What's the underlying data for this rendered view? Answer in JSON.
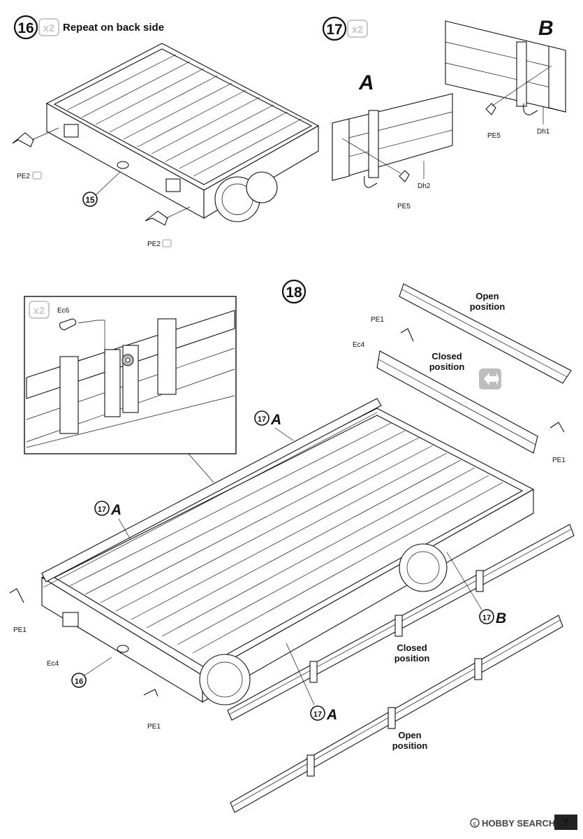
{
  "steps": {
    "s16": {
      "number": "16",
      "qty": "x2",
      "instruction": "Repeat on back side"
    },
    "s17": {
      "number": "17",
      "qty": "x2"
    },
    "s18": {
      "number": "18",
      "qty": "x2"
    }
  },
  "variants": {
    "a": "A",
    "b": "B"
  },
  "refs": {
    "r15": "15",
    "r16": "16",
    "r17": "17",
    "letter_a": "A",
    "letter_b": "B"
  },
  "parts": {
    "pe2": "PE2",
    "pe5": "PE5",
    "dh1": "Dh1",
    "dh2": "Dh2",
    "ec6": "Ec6",
    "ec4": "Ec4",
    "pe1": "PE1"
  },
  "notes": {
    "open_1": "Open",
    "open_2": "position",
    "closed_1": "Closed",
    "closed_2": "position"
  },
  "page_number": "7",
  "watermark": "HOBBY SEARCH",
  "icons": [
    "photo-etch-icon",
    "swap-arrows-icon",
    "copyright-icon"
  ]
}
